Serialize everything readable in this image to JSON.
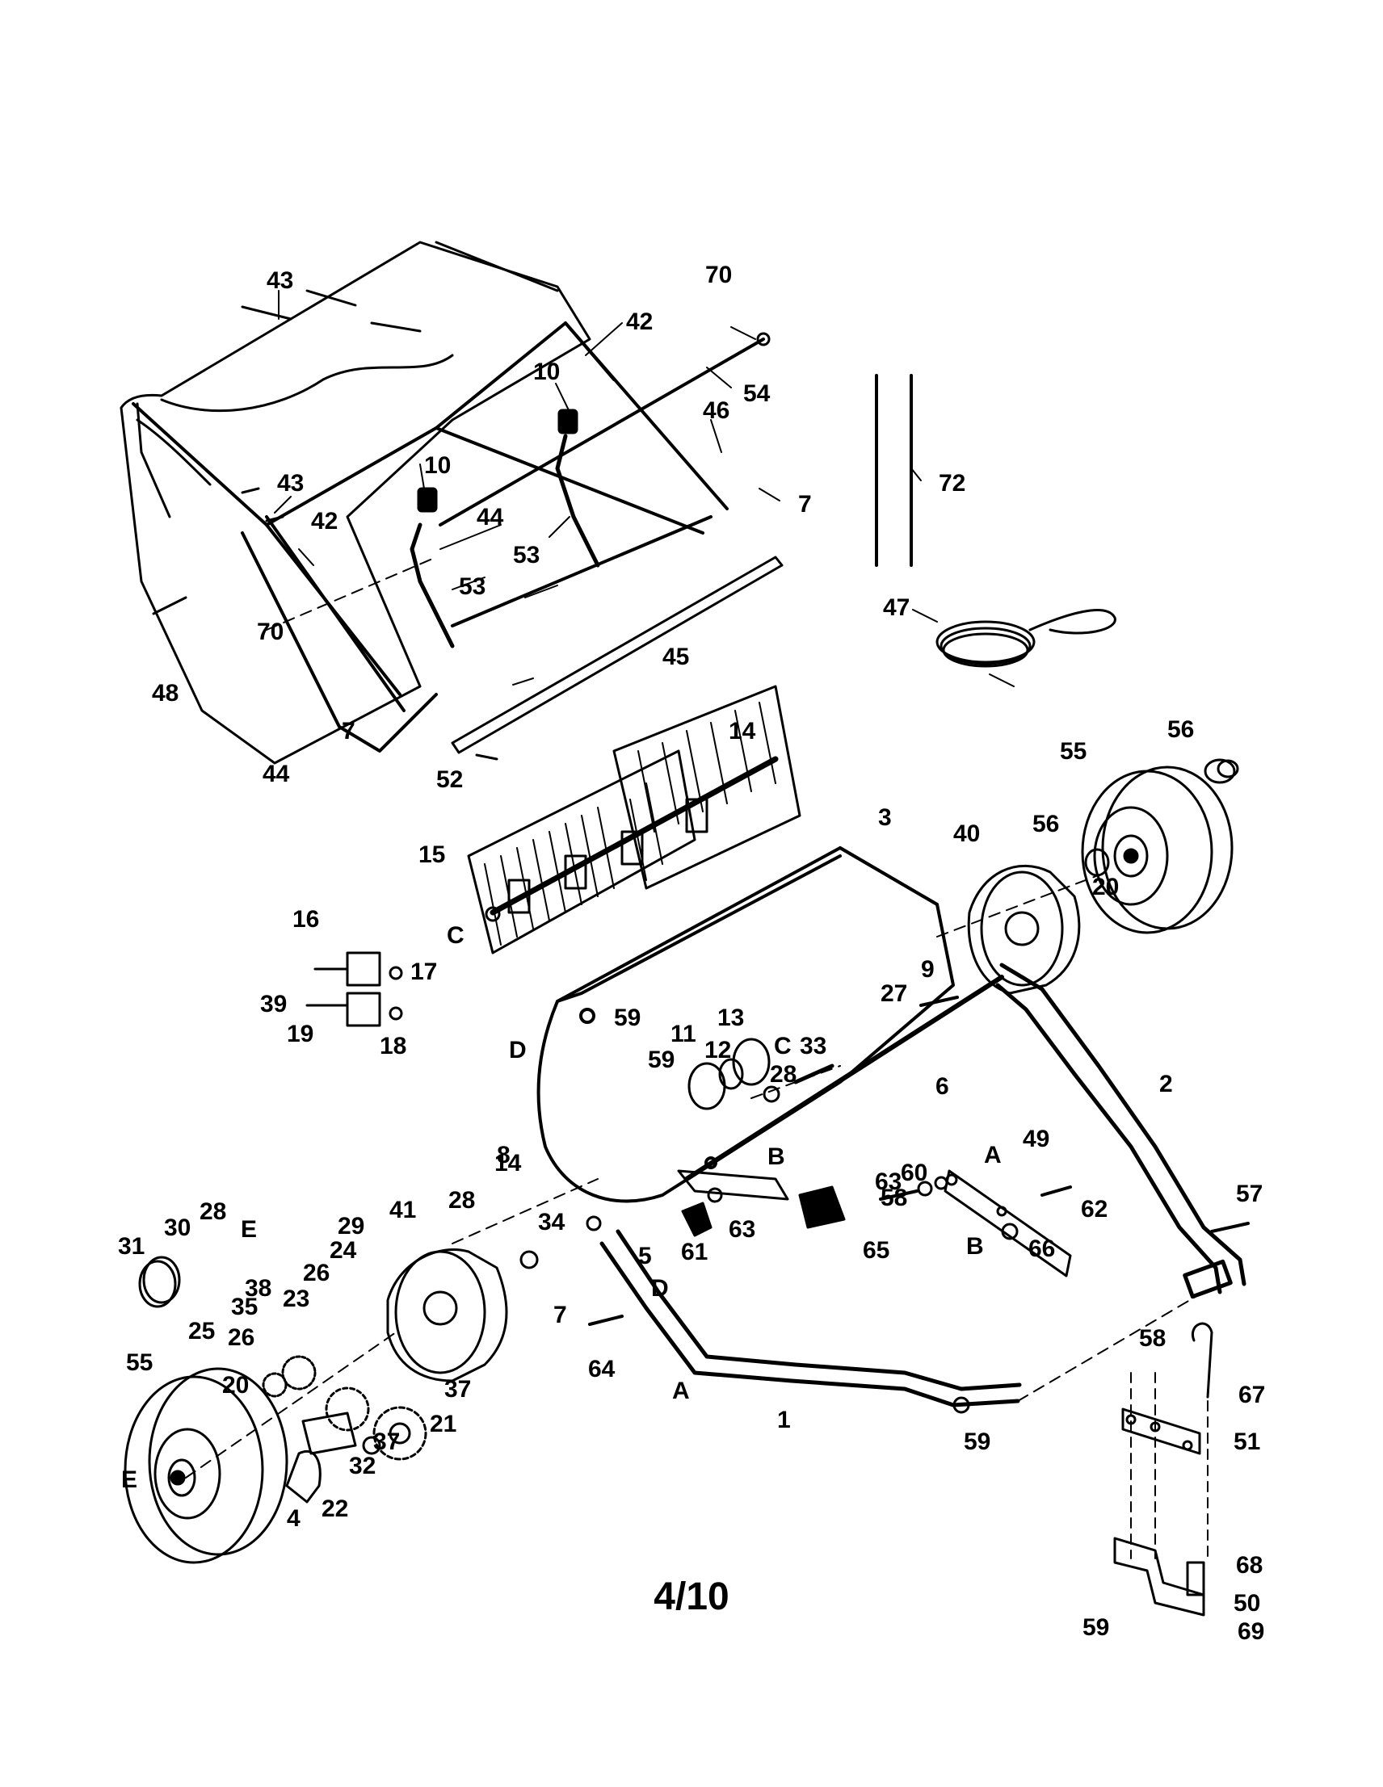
{
  "page_number": "4/10",
  "labels": {
    "l1": "1",
    "l2": "2",
    "l3": "3",
    "l4": "4",
    "l5": "5",
    "l6": "6",
    "l7a": "7",
    "l7b": "7",
    "l7c": "7",
    "l8": "8",
    "l9": "9",
    "l10a": "10",
    "l10b": "10",
    "l11": "11",
    "l12": "12",
    "l13": "13",
    "l14a": "14",
    "l14b": "14",
    "l15": "15",
    "l16": "16",
    "l17": "17",
    "l18": "18",
    "l19": "19",
    "l20a": "20",
    "l20b": "20",
    "l21": "21",
    "l22": "22",
    "l23": "23",
    "l24": "24",
    "l25": "25",
    "l26a": "26",
    "l26b": "26",
    "l27": "27",
    "l28a": "28",
    "l28b": "28",
    "l28c": "28",
    "l29": "29",
    "l30": "30",
    "l31": "31",
    "l32": "32",
    "l33": "33",
    "l34": "34",
    "l35": "35",
    "l37a": "37",
    "l37b": "37",
    "l38": "38",
    "l39": "39",
    "l40": "40",
    "l41": "41",
    "l42a": "42",
    "l42b": "42",
    "l43a": "43",
    "l43b": "43",
    "l44a": "44",
    "l44b": "44",
    "l45": "45",
    "l46": "46",
    "l47": "47",
    "l48": "48",
    "l49": "49",
    "l50": "50",
    "l51": "51",
    "l52": "52",
    "l53a": "53",
    "l53b": "53",
    "l54": "54",
    "l55a": "55",
    "l55b": "55",
    "l56a": "56",
    "l56b": "56",
    "l57": "57",
    "l58a": "58",
    "l58b": "58",
    "l59a": "59",
    "l59b": "59",
    "l59c": "59",
    "l59d": "59",
    "l60": "60",
    "l61": "61",
    "l62": "62",
    "l63a": "63",
    "l63b": "63",
    "l64": "64",
    "l65": "65",
    "l66": "66",
    "l67": "67",
    "l68": "68",
    "l69": "69",
    "l70a": "70",
    "l70b": "70",
    "l72": "72",
    "lA1": "A",
    "lA2": "A",
    "lB1": "B",
    "lB2": "B",
    "lC1": "C",
    "lC2": "C",
    "lD1": "D",
    "lD2": "D",
    "lE1": "E",
    "lE2": "E"
  }
}
